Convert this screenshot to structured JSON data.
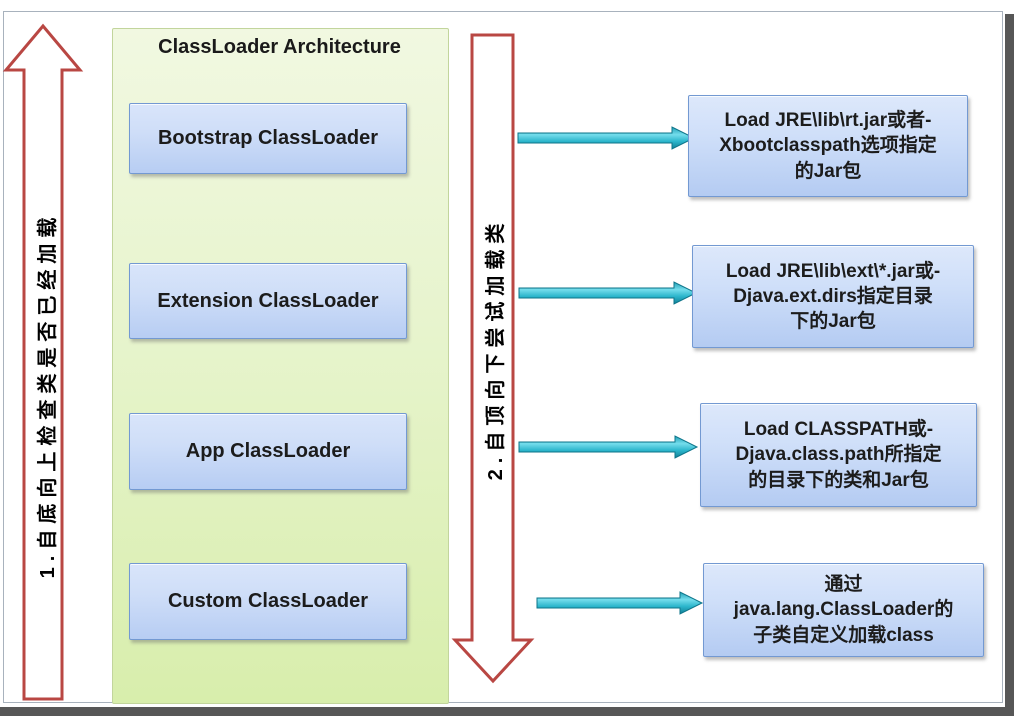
{
  "colors": {
    "red_arrow": "#b94743",
    "cyan_arrow": "#2cb6cc",
    "box_blue_fill": "#c7daf7",
    "box_blue_border": "#7399d2",
    "panel_green": "#e3f2c2",
    "frame_shadow": "#575757",
    "text": "#1c1c1c"
  },
  "up_arrow": {
    "label": "1.自底向上检查类是否已经加载"
  },
  "down_arrow": {
    "label": "2.自顶向下尝试加载类"
  },
  "panel": {
    "title": "ClassLoader Architecture",
    "loaders": [
      "Bootstrap ClassLoader",
      "Extension ClassLoader",
      "App ClassLoader",
      "Custom ClassLoader"
    ]
  },
  "targets": [
    "Load JRE\\lib\\rt.jar或者-\nXbootclasspath选项指定\n的Jar包",
    "Load JRE\\lib\\ext\\*.jar或-\nDjava.ext.dirs指定目录\n下的Jar包",
    "Load CLASSPATH或-\nDjava.class.path所指定\n的目录下的类和Jar包",
    "通过\njava.lang.ClassLoader的\n子类自定义加载class"
  ]
}
